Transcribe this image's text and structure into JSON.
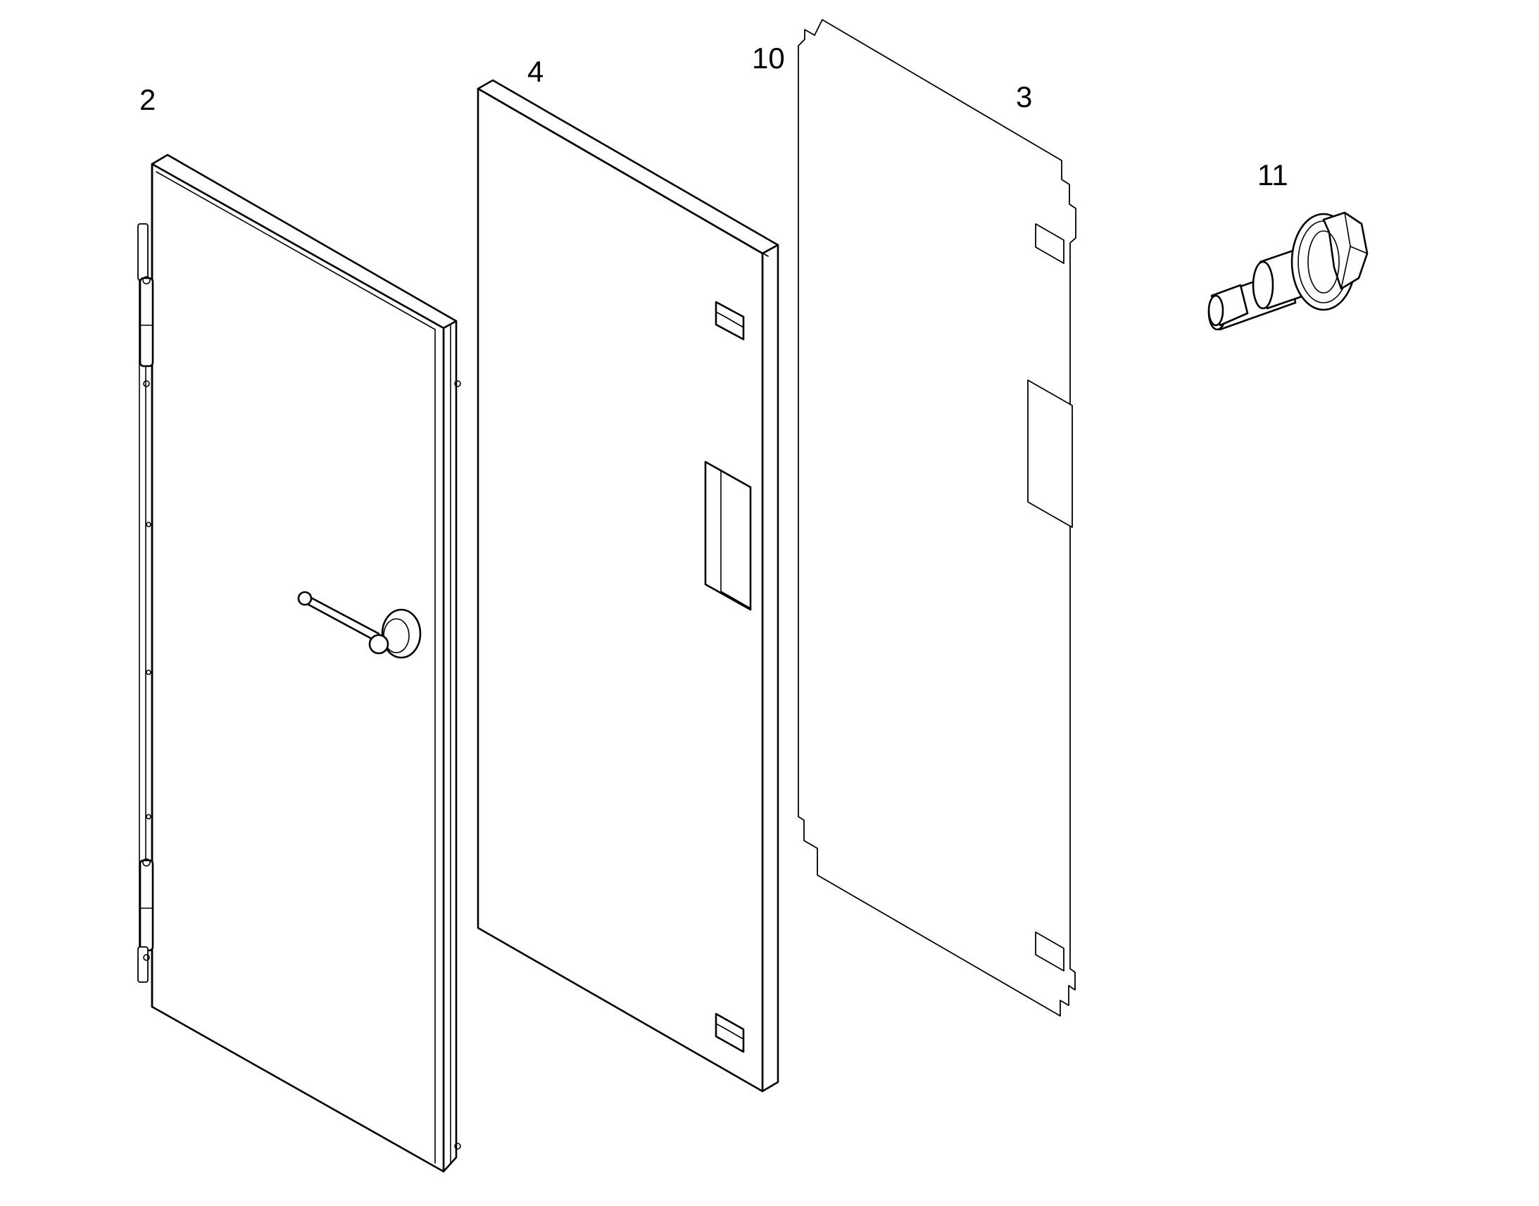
{
  "callouts": {
    "door": "2",
    "gasket_panel": "4",
    "insulation_sheet": "3",
    "sheet_tab": "10",
    "bolt": "11"
  }
}
